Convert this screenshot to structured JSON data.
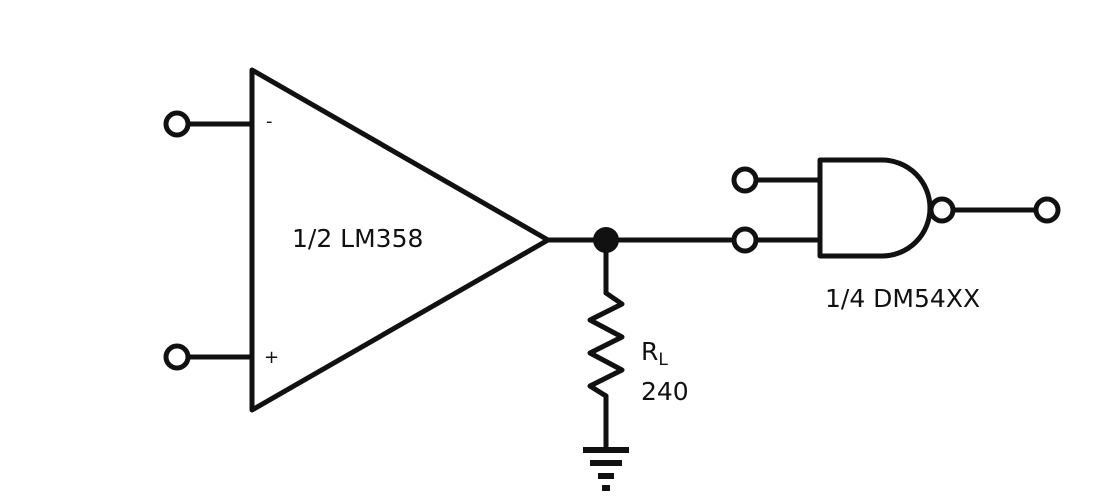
{
  "opamp": {
    "label": "1/2 LM358",
    "inverting_sign": "-",
    "noninverting_sign": "+"
  },
  "gate": {
    "label": "1/4 DM54XX"
  },
  "resistor": {
    "name_main": "R",
    "name_sub": "L",
    "value": "240"
  }
}
